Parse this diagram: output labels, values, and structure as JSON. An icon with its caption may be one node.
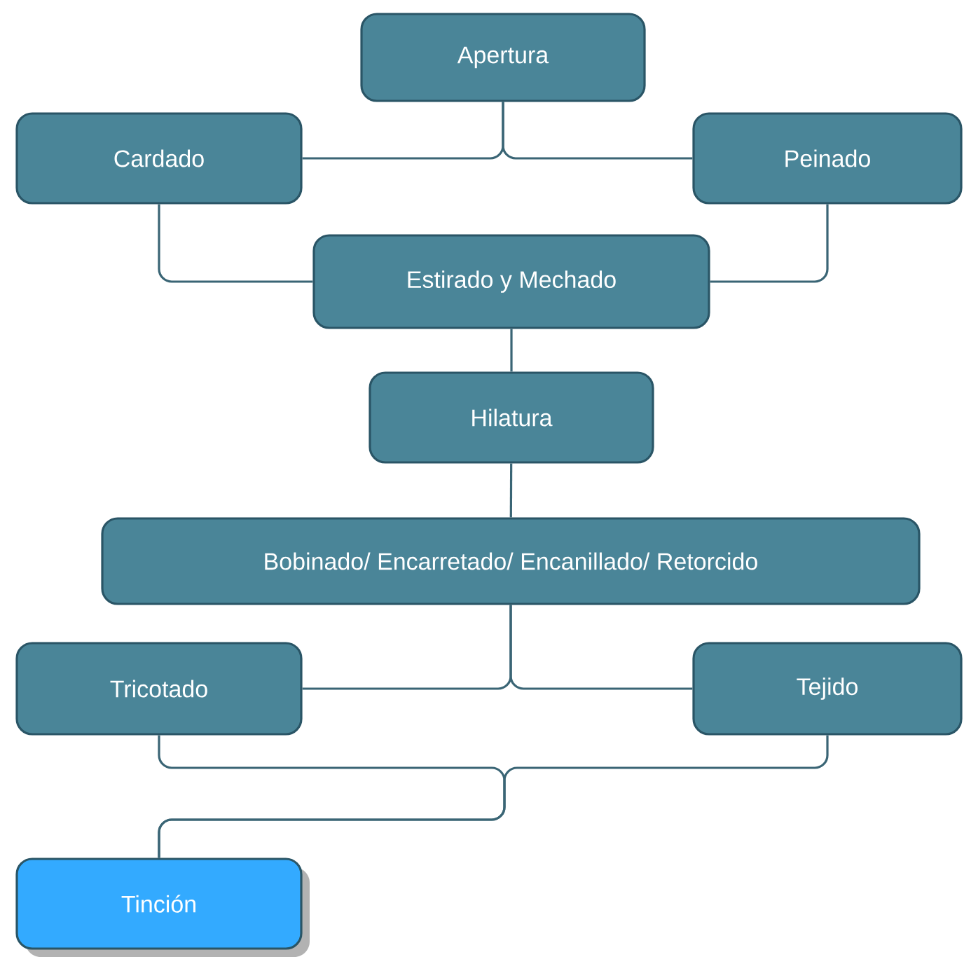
{
  "diagram": {
    "nodes": [
      {
        "text": [
          "Apertura"
        ]
      },
      {
        "text": [
          "Cardado"
        ]
      },
      {
        "text": [
          "Peinado"
        ]
      },
      {
        "text": [
          "Estirado y Mechado"
        ]
      },
      {
        "text": [
          "Hilatura"
        ]
      },
      {
        "text": [
          "Bobinado/ Encarretado/ Encanillado/ Retorcido"
        ]
      },
      {
        "text": [
          "Tricotado"
        ]
      },
      {
        "text": [
          "Tejido"
        ]
      },
      {
        "text": [
          "Tinción"
        ]
      }
    ],
    "edges": [
      {
        "from": 0,
        "to": 1,
        "arrow": "none"
      },
      {
        "from": 0,
        "to": 2,
        "arrow": "none"
      },
      {
        "from": 1,
        "to": 3,
        "arrow": "none"
      },
      {
        "from": 2,
        "to": 3,
        "arrow": "none"
      },
      {
        "from": 3,
        "to": 4,
        "arrow": "none"
      },
      {
        "from": 4,
        "to": 5,
        "arrow": "none"
      },
      {
        "from": 5,
        "to": 6,
        "arrow": "none"
      },
      {
        "from": 5,
        "to": 7,
        "arrow": "none"
      },
      {
        "from": 6,
        "to": 8,
        "arrow": "none"
      },
      {
        "from": 7,
        "to": 8,
        "arrow": "none"
      }
    ]
  }
}
